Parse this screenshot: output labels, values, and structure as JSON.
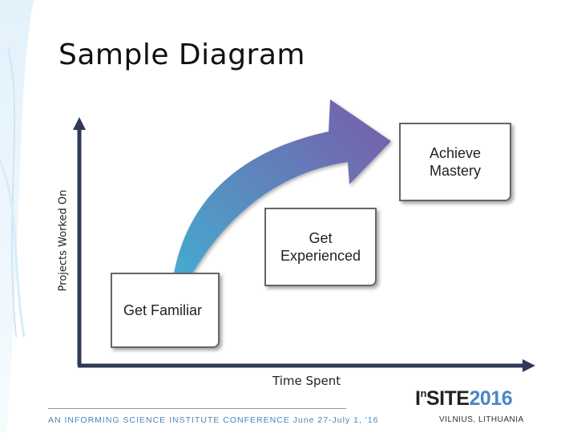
{
  "slide": {
    "title": "Sample Diagram"
  },
  "diagram": {
    "y_axis_label": "Projects Worked On",
    "x_axis_label": "Time Spent",
    "stages": [
      {
        "label": "Get Familiar"
      },
      {
        "label": "Get Experienced"
      },
      {
        "label": "Achieve Mastery"
      }
    ],
    "colors": {
      "axis": "#2e3a57",
      "arrow_start": "#3fb4d4",
      "arrow_end": "#7a5aa8"
    }
  },
  "footer": {
    "conference": "AN INFORMING SCIENCE INSTITUTE CONFERENCE June 27-July 1, '16",
    "location": "VILNIUS, LITHUANIA",
    "logo": {
      "letter_i": "I",
      "letter_n": "n",
      "site": "SITE",
      "year": "2016"
    }
  }
}
